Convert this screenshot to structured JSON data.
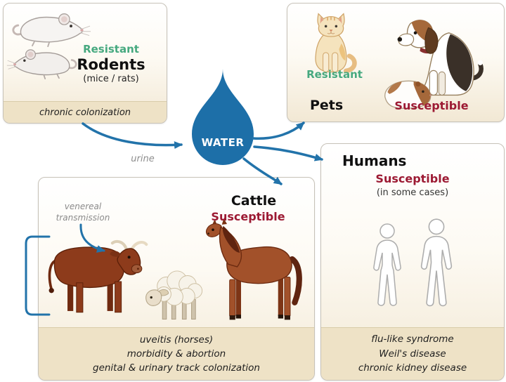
{
  "water": {
    "label": "WATER"
  },
  "flow": {
    "urine_label": "urine"
  },
  "rodents": {
    "status": "Resistant",
    "title": "Rodents",
    "subtitle": "(mice / rats)",
    "note": "chronic colonization"
  },
  "pets": {
    "status_left": "Resistant",
    "title": "Pets",
    "status_right": "Susceptible"
  },
  "humans": {
    "title": "Humans",
    "status": "Susceptible",
    "qualifier": "(in some cases)",
    "symptoms": [
      "flu-like syndrome",
      "Weil's disease",
      "chronic kidney disease"
    ]
  },
  "cattle": {
    "title": "Cattle",
    "status": "Susceptible",
    "transmission_label": "venereal transmission",
    "symptoms": [
      "uveitis (horses)",
      "morbidity & abortion",
      "genital & urinary track colonization"
    ]
  },
  "colors": {
    "resistant_green": "#46a97f",
    "susceptible_red": "#9c1a33",
    "water_blue": "#1d6fa8",
    "arrow_blue": "#2273aa",
    "footer_beige": "#eee2c6"
  },
  "icons": {
    "water": "water-drop-icon",
    "rodents": [
      "mouse-icon",
      "mouse-icon"
    ],
    "pets": [
      "cat-icon",
      "dog-icon",
      "guinea-pig-icon"
    ],
    "cattle": [
      "cow-icon",
      "sheep-icon",
      "horse-icon"
    ],
    "humans": [
      "female-silhouette-icon",
      "male-silhouette-icon"
    ]
  }
}
